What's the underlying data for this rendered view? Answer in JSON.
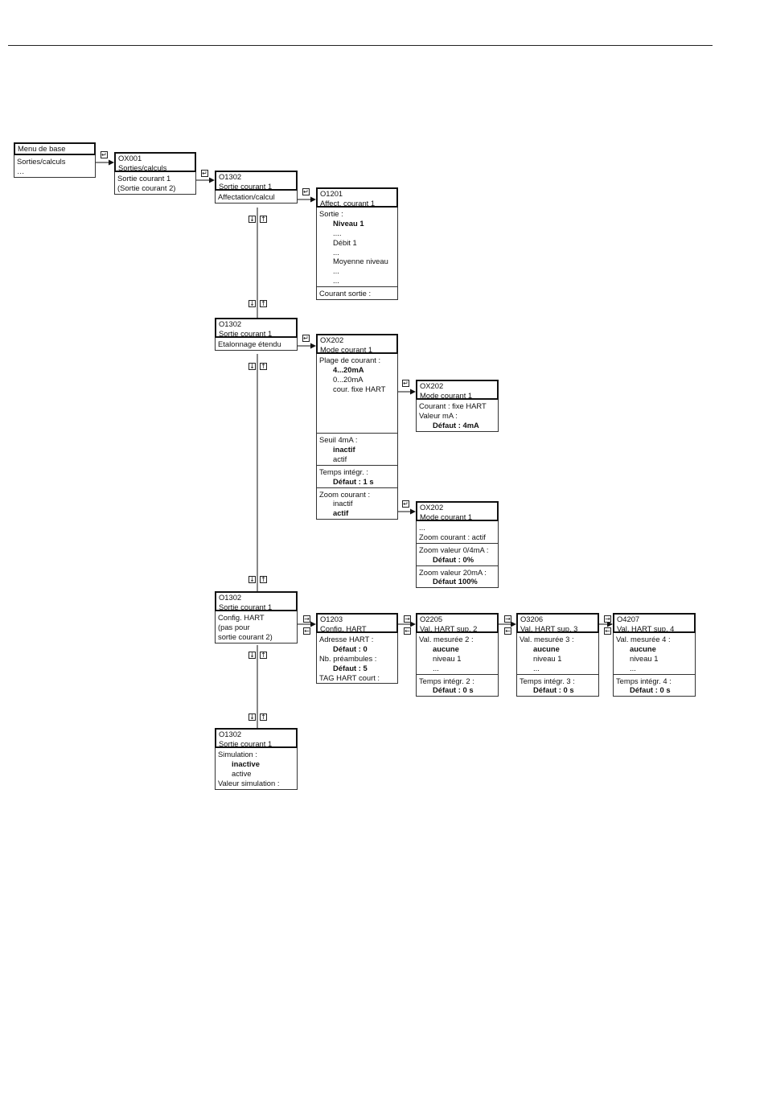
{
  "boxes": {
    "menu_base": {
      "header": [
        "Menu de base"
      ],
      "sections": [
        [
          {
            "t": "Sorties/calculs"
          },
          {
            "t": "…"
          }
        ]
      ]
    },
    "ox001": {
      "header": [
        "OX001",
        "Sorties/calculs"
      ],
      "sections": [
        [
          {
            "t": "Sortie courant 1"
          },
          {
            "t": "(Sortie courant 2)"
          }
        ]
      ]
    },
    "o1302_a": {
      "header": [
        "O1302",
        "Sortie courant 1"
      ],
      "sections": [
        [
          {
            "t": "Affectation/calcul"
          }
        ]
      ]
    },
    "o1201": {
      "header": [
        "O1201",
        "Affect. courant 1"
      ],
      "sections": [
        [
          {
            "t": "Sortie :"
          },
          {
            "t": "Niveau 1",
            "i": 1,
            "b": 1
          },
          {
            "t": "....",
            "i": 1
          },
          {
            "t": "Débit 1",
            "i": 1
          },
          {
            "t": "...",
            "i": 1
          },
          {
            "t": "Moyenne niveau",
            "i": 1
          },
          {
            "t": "...",
            "i": 1
          },
          {
            "t": "...",
            "i": 1
          }
        ],
        [
          {
            "t": "Courant sortie :"
          }
        ]
      ]
    },
    "o1302_b": {
      "header": [
        "O1302",
        "Sortie courant 1"
      ],
      "sections": [
        [
          {
            "t": "Etalonnage étendu"
          }
        ]
      ]
    },
    "ox202_a": {
      "header": [
        "OX202",
        "Mode courant 1"
      ],
      "sections": [
        [
          {
            "t": "Plage de courant :"
          },
          {
            "t": "4...20mA",
            "i": 1,
            "b": 1
          },
          {
            "t": "0...20mA",
            "i": 1
          },
          {
            "t": "cour. fixe HART",
            "i": 1
          },
          {
            "t": ""
          },
          {
            "t": ""
          },
          {
            "t": ""
          },
          {
            "t": ""
          }
        ],
        [
          {
            "t": "Seuil 4mA :"
          },
          {
            "t": "inactif",
            "i": 1,
            "b": 1
          },
          {
            "t": "actif",
            "i": 1
          }
        ],
        [
          {
            "t": "Temps intégr. :"
          },
          {
            "t": "Défaut : 1 s",
            "i": 1,
            "b": 1
          }
        ],
        [
          {
            "t": "Zoom courant :"
          },
          {
            "t": "inactif",
            "i": 1
          },
          {
            "t": "actif",
            "i": 1,
            "b": 1
          }
        ]
      ]
    },
    "ox202_b": {
      "header": [
        "OX202",
        "Mode courant 1"
      ],
      "sections": [
        [
          {
            "t": "Courant : fixe HART"
          },
          {
            "t": "Valeur mA :"
          },
          {
            "t": "Défaut : 4mA",
            "i": 1,
            "b": 1
          }
        ]
      ]
    },
    "ox202_c": {
      "header": [
        "OX202",
        "Mode courant 1"
      ],
      "sections": [
        [
          {
            "t": "..."
          },
          {
            "t": "Zoom courant : actif"
          }
        ],
        [
          {
            "t": "Zoom valeur 0/4mA :"
          },
          {
            "t": "Défaut : 0%",
            "i": 1,
            "b": 1
          }
        ],
        [
          {
            "t": "Zoom valeur 20mA :"
          },
          {
            "t": "Défaut 100%",
            "i": 1,
            "b": 1
          }
        ]
      ]
    },
    "o1302_c": {
      "header": [
        "O1302",
        "Sortie courant 1"
      ],
      "sections": [
        [
          {
            "t": "Config. HART"
          },
          {
            "t": "(pas pour"
          },
          {
            "t": "sortie courant 2)"
          }
        ]
      ]
    },
    "o1203": {
      "header": [
        "O1203",
        "Config. HART"
      ],
      "sections": [
        [
          {
            "t": "Adresse HART :"
          },
          {
            "t": "Défaut : 0",
            "i": 1,
            "b": 1
          },
          {
            "t": "Nb. préambules :"
          },
          {
            "t": "Défaut : 5",
            "i": 1,
            "b": 1
          },
          {
            "t": "TAG HART court :"
          }
        ]
      ]
    },
    "o2205": {
      "header": [
        "O2205",
        "Val. HART sup. 2"
      ],
      "sections": [
        [
          {
            "t": "Val. mesurée 2 :"
          },
          {
            "t": "aucune",
            "i": 1,
            "b": 1
          },
          {
            "t": "niveau 1",
            "i": 1
          },
          {
            "t": "...",
            "i": 1
          }
        ],
        [
          {
            "t": "Temps intégr. 2 :"
          },
          {
            "t": "Défaut : 0 s",
            "i": 1,
            "b": 1
          }
        ]
      ]
    },
    "o3206": {
      "header": [
        "O3206",
        "Val. HART sup. 3"
      ],
      "sections": [
        [
          {
            "t": "Val. mesurée 3 :"
          },
          {
            "t": "aucune",
            "i": 1,
            "b": 1
          },
          {
            "t": "niveau 1",
            "i": 1
          },
          {
            "t": "...",
            "i": 1
          }
        ],
        [
          {
            "t": "Temps intégr. 3 :"
          },
          {
            "t": "Défaut : 0 s",
            "i": 1,
            "b": 1
          }
        ]
      ]
    },
    "o4207": {
      "header": [
        "O4207",
        "Val. HART sup. 4"
      ],
      "sections": [
        [
          {
            "t": "Val. mesurée 4 :"
          },
          {
            "t": "aucune",
            "i": 1,
            "b": 1
          },
          {
            "t": "niveau 1",
            "i": 1
          },
          {
            "t": "...",
            "i": 1
          }
        ],
        [
          {
            "t": "Temps intégr. 4 :"
          },
          {
            "t": "Défaut : 0 s",
            "i": 1,
            "b": 1
          }
        ]
      ]
    },
    "o1302_d": {
      "header": [
        "O1302",
        "Sortie courant 1"
      ],
      "sections": [
        [
          {
            "t": "Simulation :"
          },
          {
            "t": "inactive",
            "i": 1,
            "b": 1
          },
          {
            "t": "active",
            "i": 1
          },
          {
            "t": "Valeur simulation :"
          }
        ]
      ]
    }
  },
  "keys": {
    "enter": "↵",
    "down": "↓",
    "up": "↑",
    "right": "→",
    "left": "←"
  }
}
